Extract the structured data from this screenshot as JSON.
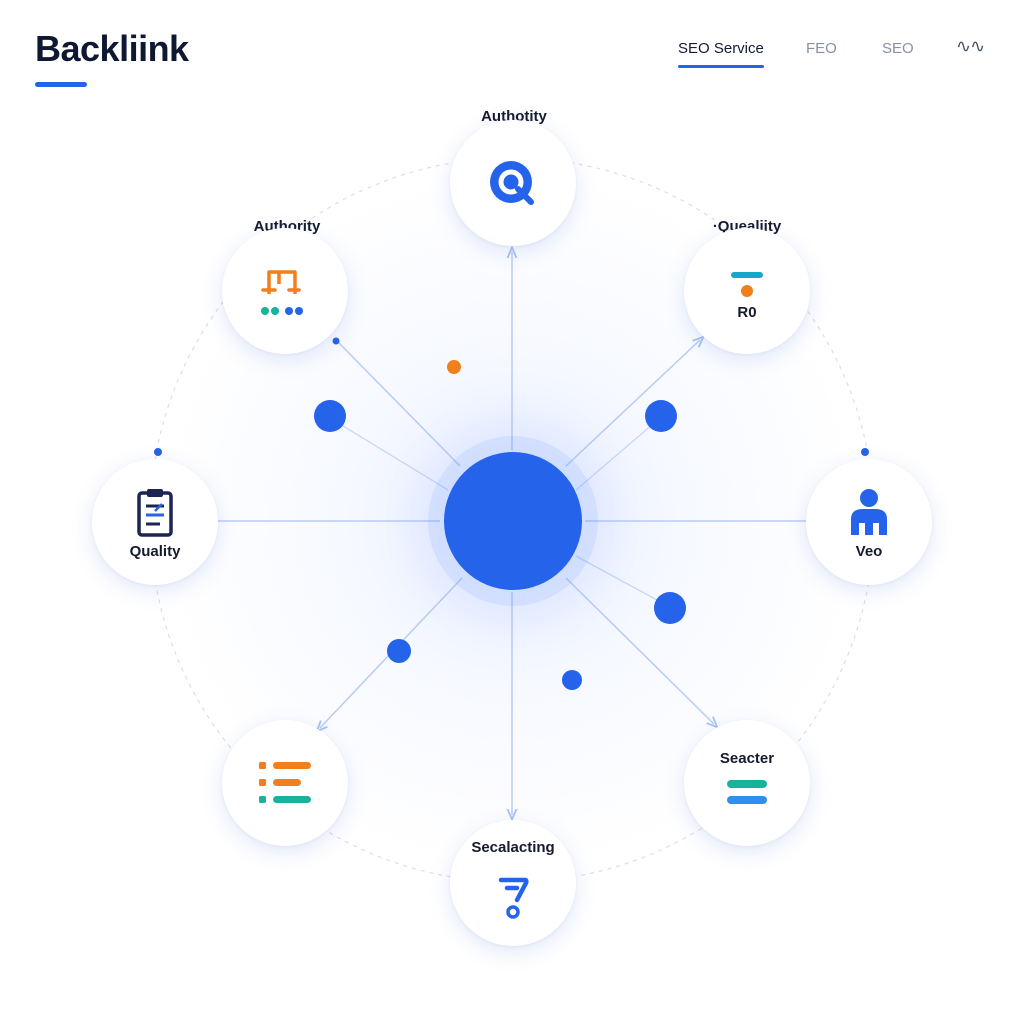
{
  "header": {
    "brand": "Backliink",
    "nav": [
      {
        "label": "SEO Service",
        "active": true
      },
      {
        "label": "FEO",
        "active": false
      },
      {
        "label": "SEO",
        "active": false
      },
      {
        "label": "∿∿",
        "active": false
      }
    ]
  },
  "colors": {
    "accent": "#2563eb",
    "accent_light": "#2f6df0",
    "orange": "#f07f1c",
    "teal": "#17b39a",
    "navy": "#1b2452",
    "cyan": "#14a9c9",
    "text": "#151a2e",
    "muted": "#8791a3"
  },
  "nodes": {
    "top": {
      "label": "Authotity",
      "icon": "magnifier-icon"
    },
    "tl": {
      "label": "Authority",
      "icon": "flag-dots-icon"
    },
    "tr": {
      "label": "·Quealiity",
      "sub": "R0",
      "icon": "pin-bar-icon"
    },
    "left": {
      "label": "Quality",
      "icon": "clipboard-icon"
    },
    "right": {
      "label": "Veo",
      "icon": "user-icon"
    },
    "bl": {
      "label": "",
      "icon": "list-icon"
    },
    "br": {
      "label": "Seacter",
      "icon": "bars-icon"
    },
    "bottom": {
      "label": "Secalacting",
      "icon": "question-icon"
    }
  }
}
